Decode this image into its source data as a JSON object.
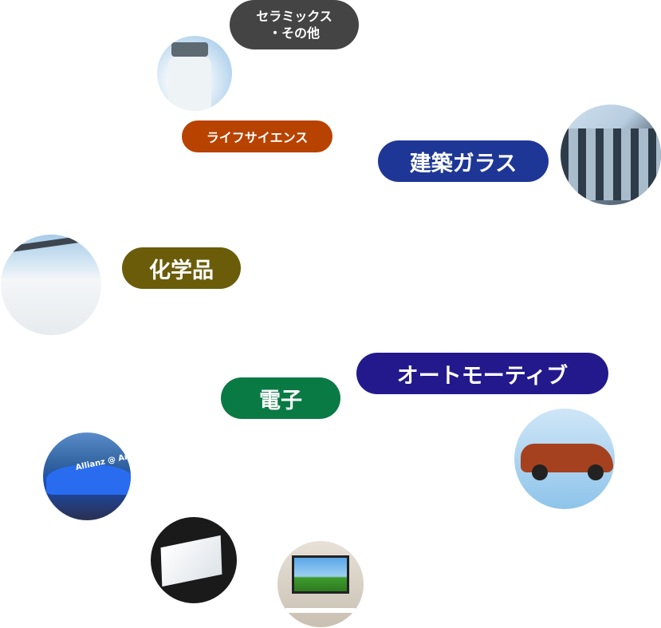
{
  "categories": [
    {
      "id": "ceramics",
      "label": "セラミックス\n・その他",
      "color": "#444444"
    },
    {
      "id": "lifescience",
      "label": "ライフサイエンス",
      "color": "#b84200"
    },
    {
      "id": "glass",
      "label": "建築ガラス",
      "color": "#1e3796"
    },
    {
      "id": "chemicals",
      "label": "化学品",
      "color": "#6b5c0a"
    },
    {
      "id": "automotive",
      "label": "オートモーティブ",
      "color": "#23198c"
    },
    {
      "id": "electronics",
      "label": "電子",
      "color": "#0a7a45"
    }
  ],
  "images": {
    "stadium_sign": "Allianz @ Arena"
  }
}
